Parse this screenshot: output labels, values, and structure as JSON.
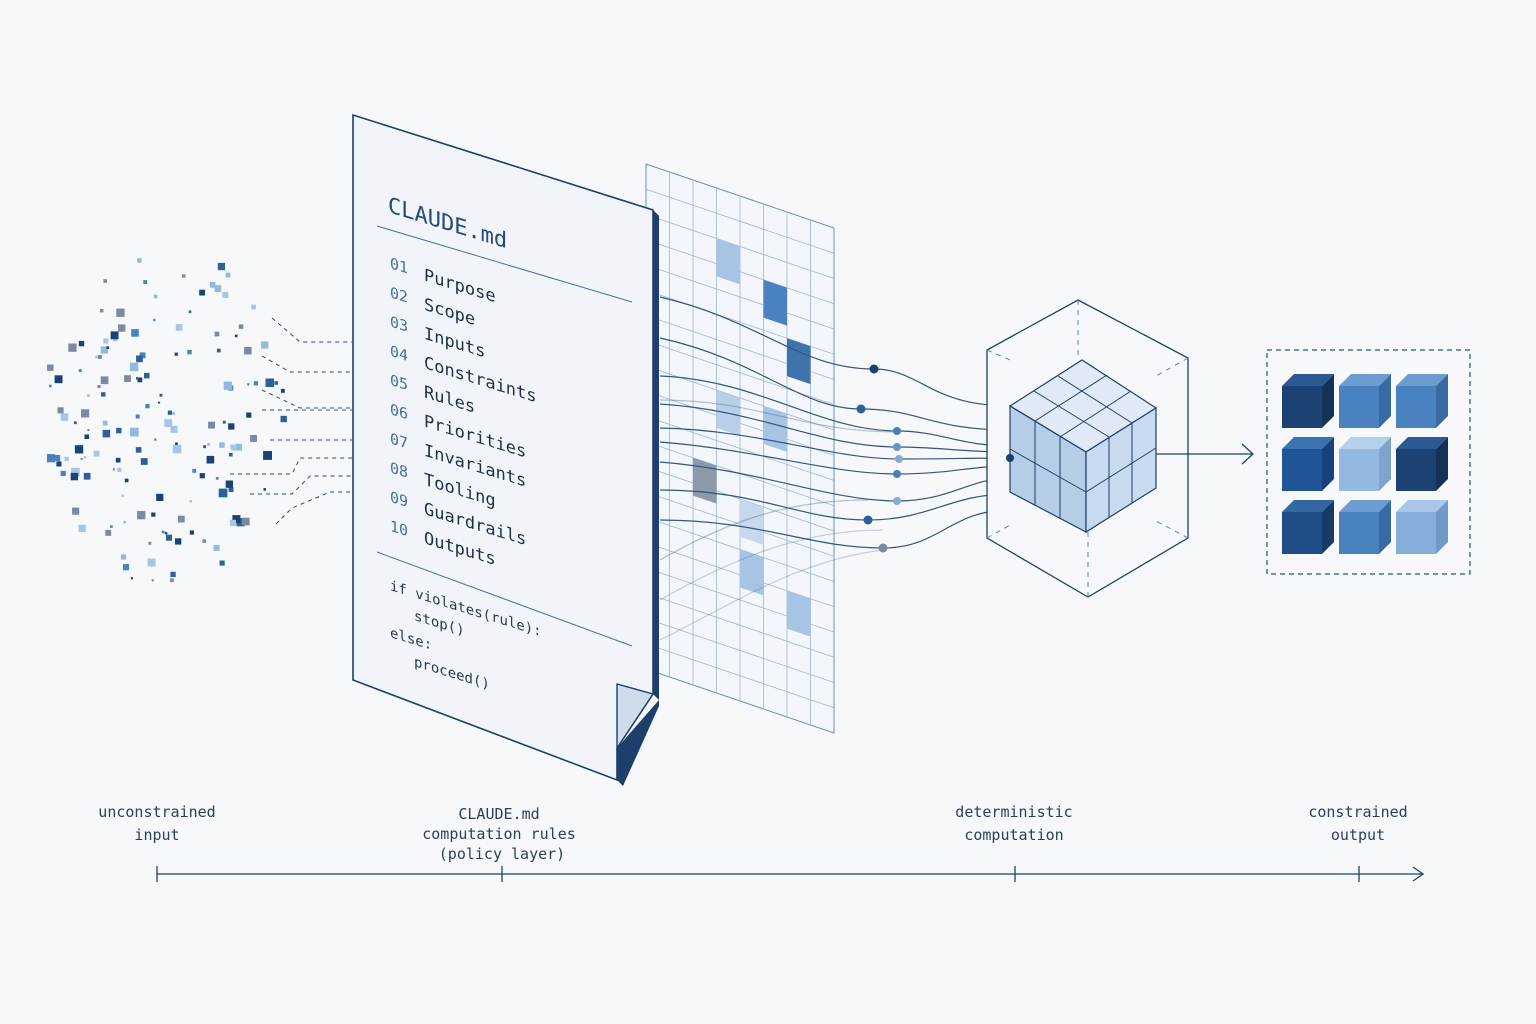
{
  "document": {
    "title": "CLAUDE.md",
    "items": [
      {
        "num": "01",
        "label": "Purpose"
      },
      {
        "num": "02",
        "label": "Scope"
      },
      {
        "num": "03",
        "label": "Inputs"
      },
      {
        "num": "04",
        "label": "Constraints"
      },
      {
        "num": "05",
        "label": "Rules"
      },
      {
        "num": "06",
        "label": "Priorities"
      },
      {
        "num": "07",
        "label": "Invariants"
      },
      {
        "num": "08",
        "label": "Tooling"
      },
      {
        "num": "09",
        "label": "Guardrails"
      },
      {
        "num": "10",
        "label": "Outputs"
      }
    ],
    "code": [
      "if violates(rule):",
      "stop()",
      "else:",
      "proceed()"
    ]
  },
  "timeline": {
    "stages": [
      {
        "lines": [
          "unconstrained",
          "input"
        ]
      },
      {
        "lines": [
          "CLAUDE.md",
          "computation rules",
          "(policy layer)"
        ]
      },
      {
        "lines": [
          "deterministic",
          "computation"
        ]
      },
      {
        "lines": [
          "constrained",
          "output"
        ]
      }
    ]
  },
  "colors": {
    "ink": "#1e3f6b",
    "line": "#2c4d78",
    "dark_blue": "#1c4273",
    "mid_blue": "#4a82c0",
    "light_blue": "#93b9e0",
    "grey_blue": "#7b8aa0",
    "background": "#f7f8f9"
  }
}
